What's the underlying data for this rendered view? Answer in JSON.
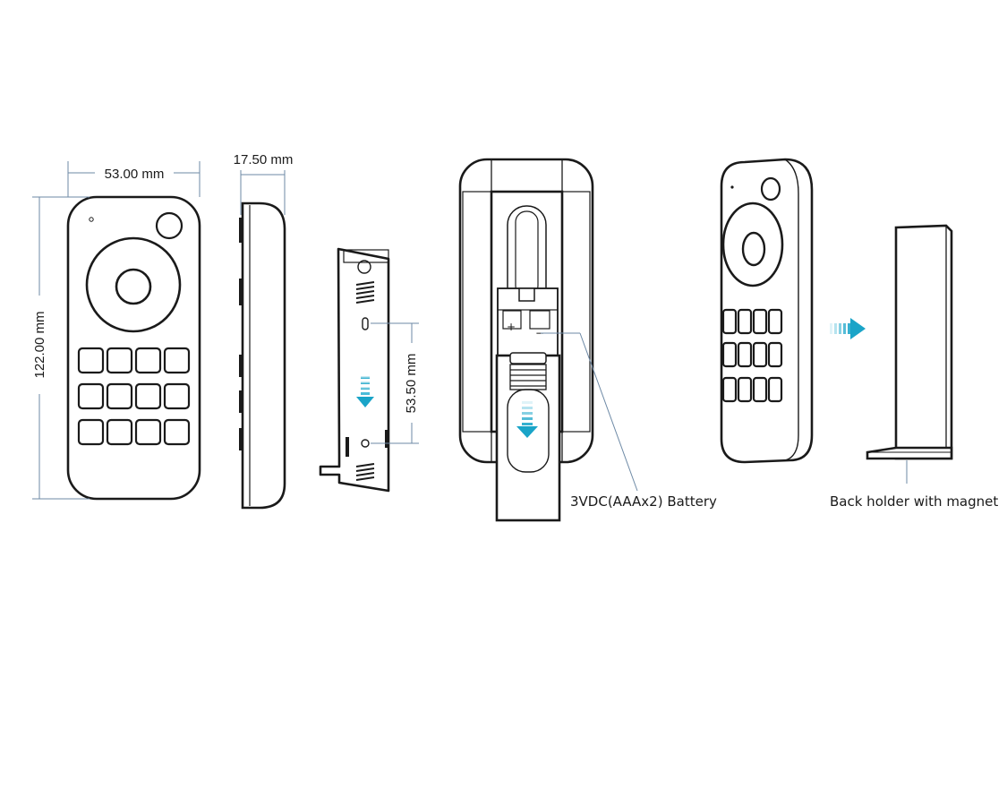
{
  "dimensions": {
    "width": "53.00 mm",
    "thickness": "17.50 mm",
    "height": "122.00 mm",
    "hole_spacing": "53.50 mm"
  },
  "labels": {
    "battery": "3VDC(AAAx2) Battery",
    "holder": "Back holder with magnet"
  },
  "battery_marks": {
    "plus": "+",
    "minus": "−"
  },
  "colors": {
    "line": "#1a1a1a",
    "dimension_line": "#6e8aa6",
    "arrow_gradient_start": "#e6f7fb",
    "arrow_gradient_end": "#1aa4c8"
  },
  "icons": [
    "down-arrow-icon",
    "right-arrow-icon"
  ]
}
